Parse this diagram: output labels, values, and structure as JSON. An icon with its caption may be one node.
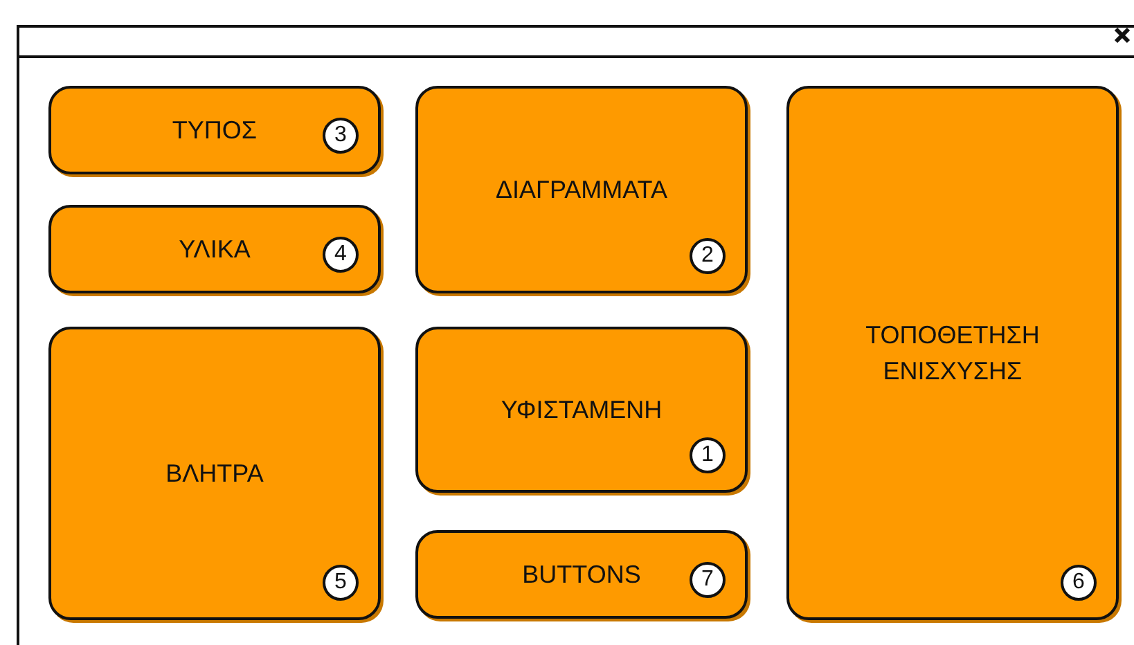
{
  "diagram": {
    "nodes": [
      {
        "text": [
          "ΤΥΠΟΣ",
          "3"
        ]
      },
      {
        "text": [
          "ΥΛΙΚΑ",
          "4"
        ]
      },
      {
        "text": [
          "ΒΛΗΤΡΑ",
          "5"
        ]
      },
      {
        "text": [
          "ΔΙΑΓΡΑΜΜΑΤΑ",
          "2"
        ]
      },
      {
        "text": [
          "ΥΦΙΣΤΑΜΕΝΗ",
          "1"
        ]
      },
      {
        "text": [
          "BUTTONS",
          "7"
        ]
      },
      {
        "text": [
          "ΤΟΠΟΘΕΤΗΣΗ ΕΝΙΣΧΥΣΗΣ",
          "6"
        ]
      }
    ]
  }
}
